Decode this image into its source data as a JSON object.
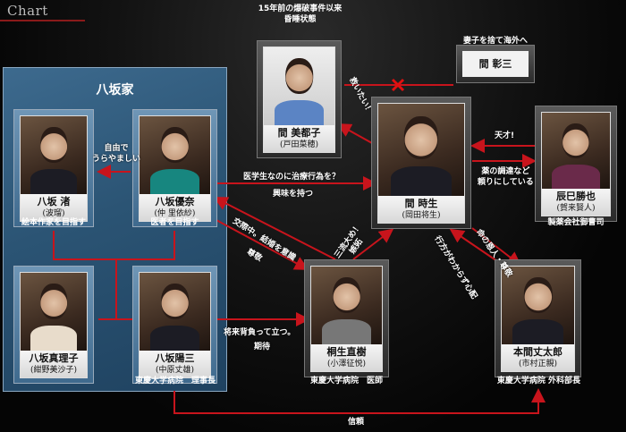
{
  "header": {
    "title": "Chart"
  },
  "family": {
    "title": "八坂家"
  },
  "colors": {
    "arrow": "#c8141c",
    "family_box": "#2b5474"
  },
  "characters": {
    "nagisa": {
      "name": "八坂 渚",
      "actor": "(波瑠)",
      "caption": "絵本作家を目指す"
    },
    "yuna": {
      "name": "八坂優奈",
      "actor": "(仲 里依紗)",
      "caption": "医者を目指す"
    },
    "mariko": {
      "name": "八坂真理子",
      "actor": "(紺野美沙子)"
    },
    "yozo": {
      "name": "八坂陽三",
      "actor": "(中原丈雄)",
      "caption": "東慶大学病院　理事長"
    },
    "mitsuko": {
      "name": "間 美都子",
      "actor": "(戸田菜穂)",
      "caption1": "15年前の爆破事件以来",
      "caption2": "昏睡状態"
    },
    "akizo": {
      "name": "間 彰三",
      "caption": "妻子を捨て海外へ"
    },
    "tokio": {
      "name": "間 時生",
      "actor": "(岡田将生)"
    },
    "tatsumi": {
      "name": "辰巳勝也",
      "actor": "(賀来賢人)",
      "caption": "製薬会社御曹司"
    },
    "kiryu": {
      "name": "桐生直樹",
      "actor": "(小澤征悦)",
      "caption": "東慶大学病院　医師"
    },
    "honma": {
      "name": "本間丈太郎",
      "actor": "(市村正親)",
      "caption": "東慶大学病院 外科部長"
    }
  },
  "relations": {
    "tokio_mitsuko": "救いたい！",
    "tatsumi_tokio": "天才!",
    "tokio_tatsumi_1": "薬の調達など",
    "tokio_tatsumi_2": "頼りにしている",
    "yuna_tokio_1": "医学生なのに治療行為を？",
    "yuna_tokio_2": "興味を持つ",
    "yuna_nagisa_1": "自由で",
    "yuna_nagisa_2": "うらやましい",
    "kiryu_yuna": "交際中。結婚を意識",
    "yuna_kiryu": "尊敬",
    "kiryu_tokio_1": "三流大め！",
    "kiryu_tokio_2": "嫉妬",
    "tokio_honma": "命の恩人・尊敬",
    "honma_tokio": "行方がわからず心配",
    "yozo_kiryu_1": "将来背負って立つ。",
    "yozo_kiryu_2": "期待",
    "yozo_honma": "信頼"
  }
}
